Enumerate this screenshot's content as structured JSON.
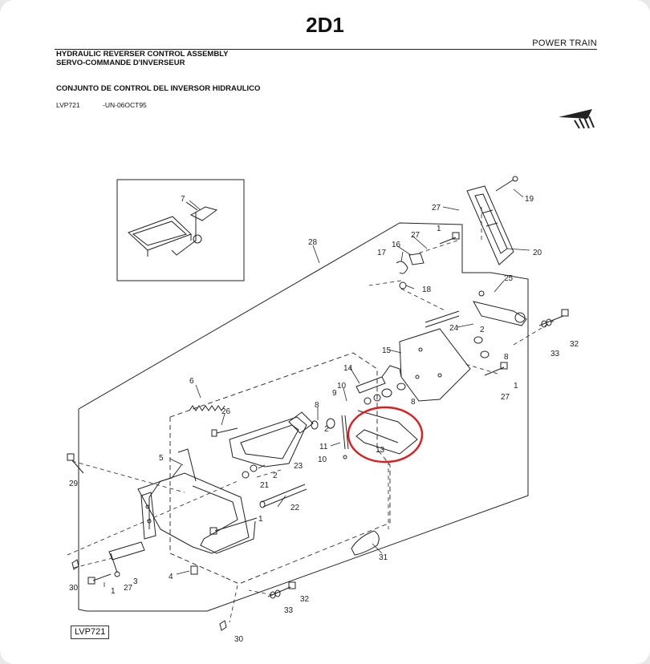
{
  "header": {
    "page_number": "2D1",
    "section": "POWER TRAIN",
    "title_en": "HYDRAULIC REVERSER CONTROL ASSEMBLY",
    "title_fr": "SERVO-COMMANDE D'INVERSEUR",
    "title_es": "CONJUNTO DE CONTROL DEL INVERSOR HIDRAULICO",
    "ref_code": "LVP721",
    "ref_date": "-UN-06OCT95"
  },
  "callouts": {
    "c7": "7",
    "c28": "28",
    "c27a": "27",
    "c19": "19",
    "c20": "20",
    "c27b": "27",
    "c1a": "1",
    "c16": "16",
    "c17": "17",
    "c18": "18",
    "c25": "25",
    "c24": "24",
    "c2a": "2",
    "c8a": "8",
    "c15": "15",
    "c32a": "32",
    "c33a": "33",
    "c1b": "1",
    "c27c": "27",
    "c8b": "8",
    "c14": "14",
    "c6": "6",
    "c10a": "10",
    "c9": "9",
    "c8c": "8",
    "c2b": "2",
    "c26": "26",
    "c11": "11",
    "c10b": "10",
    "c13": "13",
    "c5": "5",
    "c2c": "2",
    "c23": "23",
    "c21": "21",
    "c29": "29",
    "c22": "22",
    "c1c": "1",
    "c31": "31",
    "c4": "4",
    "c3": "3",
    "c27d": "27",
    "c30a": "30",
    "c1d": "1",
    "c32b": "32",
    "c33b": "33",
    "c30b": "30"
  },
  "highlight": {
    "part": "13",
    "color": "#e01b1b"
  },
  "footer": {
    "label": "LVP721"
  }
}
